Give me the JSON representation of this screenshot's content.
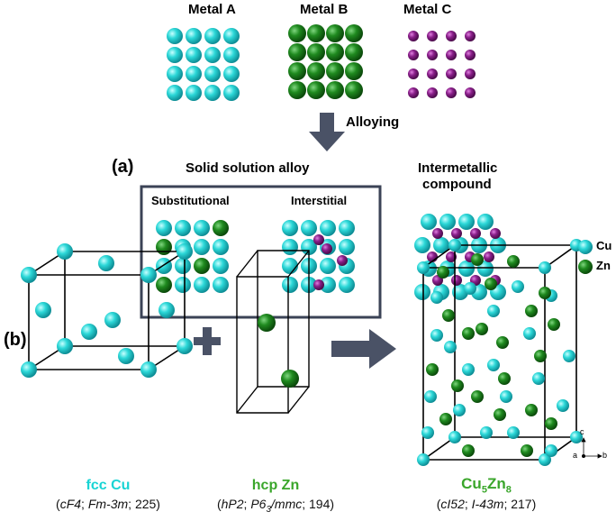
{
  "metals": {
    "a": {
      "label": "Metal A",
      "color": "#2cd8d8"
    },
    "b": {
      "label": "Metal B",
      "color": "#1f8a1f"
    },
    "c": {
      "label": "Metal C",
      "color": "#8a1f8a"
    }
  },
  "process_label": "Alloying",
  "panel_a": {
    "label": "(a)",
    "solid_solution_title": "Solid solution alloy",
    "substitutional_label": "Substitutional",
    "interstitial_label": "Interstitial",
    "intermetallic_line1": "Intermetallic",
    "intermetallic_line2": "compound"
  },
  "panel_b": {
    "label": "(b)",
    "plus": "+",
    "legend": {
      "cu": "Cu",
      "zn": "Zn"
    },
    "axes": {
      "a": "a",
      "b": "b",
      "c": "c"
    },
    "fcc": {
      "name": "fcc Cu",
      "pearson": "cF4",
      "space_group": "Fm-3m",
      "number": "225"
    },
    "hcp": {
      "name": "hcp Zn",
      "pearson": "hP2",
      "space_group": "P6",
      "sg_sub": "3",
      "sg_rest": "/mmc",
      "number": "194"
    },
    "product": {
      "el1": "Cu",
      "sub1": "5",
      "el2": "Zn",
      "sub2": "8",
      "pearson": "cI52",
      "space_group": "I-43m",
      "number": "217"
    }
  },
  "colors": {
    "cu": "#2cd8d8",
    "zn": "#1f8a1f",
    "arrow": "#4a5266",
    "box": "#3b4356"
  }
}
